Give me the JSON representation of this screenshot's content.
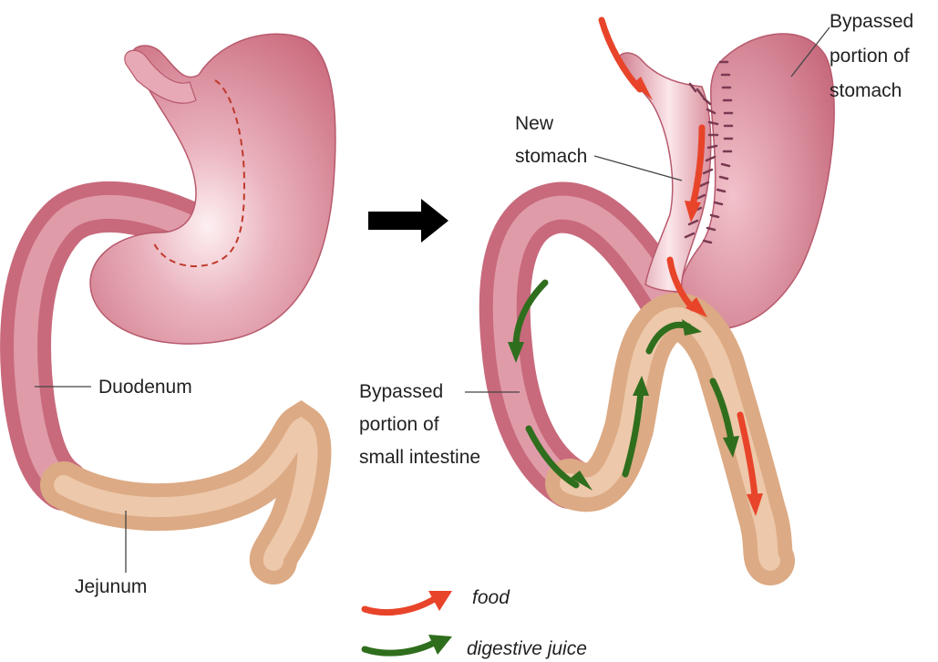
{
  "labels": {
    "duodenum": "Duodenum",
    "jejunum": "Jejunum",
    "new_stomach": [
      "New",
      "stomach"
    ],
    "bypassed_stomach": [
      "Bypassed",
      "portion of",
      "stomach"
    ],
    "bypassed_intestine": [
      "Bypassed",
      "portion of",
      "small intestine"
    ]
  },
  "legend": {
    "food": "food",
    "digestive_juice": "digestive juice"
  },
  "colors": {
    "food_arrow": "#e8442a",
    "juice_arrow": "#2f6e1d",
    "stomach": "#d27a8a",
    "intestine": "#e0b48e",
    "transition_arrow": "#000000"
  },
  "icons": {
    "transition": "right-arrow-icon",
    "food": "red-curved-arrow-icon",
    "digestive_juice": "green-curved-arrow-icon"
  }
}
